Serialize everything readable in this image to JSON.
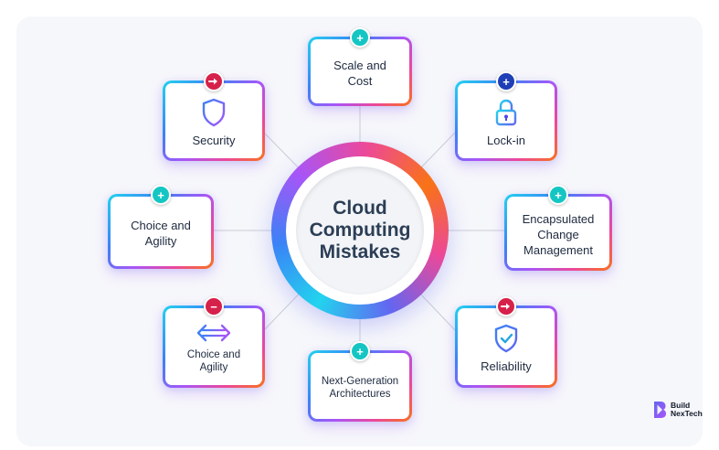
{
  "hub": {
    "title": "Cloud Computing Mistakes"
  },
  "cards": {
    "scale": {
      "label": "Scale and Cost",
      "badge": "+",
      "icon": ""
    },
    "security": {
      "label": "Security",
      "badge": "arrow-right",
      "icon": "shield-icon"
    },
    "lockin": {
      "label": "Lock-in",
      "badge": "+",
      "icon": "padlock-icon"
    },
    "choice_top": {
      "label": "Choice and Agility",
      "badge": "+",
      "icon": ""
    },
    "encapsulated": {
      "label": "Encapsulated Change Management",
      "badge": "+",
      "icon": ""
    },
    "choice_bottom": {
      "label": "Choice and Agility",
      "badge": "−",
      "icon": "double-arrow-icon"
    },
    "next_gen": {
      "label": "Next-Generation Architectures",
      "badge": "+",
      "icon": ""
    },
    "reliability": {
      "label": "Reliability",
      "badge": "arrow-right",
      "icon": "shield-check-icon"
    }
  },
  "logo": {
    "line1": "Build",
    "line2": "NexTech"
  },
  "colors": {
    "badge_teal": "#14c6c3",
    "badge_red": "#d6214a",
    "badge_blue": "#1e3fb5",
    "text": "#1e2a3f",
    "gradient": [
      "#22d3ee",
      "#3b82f6",
      "#a855f7",
      "#ec4899",
      "#f97316"
    ]
  }
}
